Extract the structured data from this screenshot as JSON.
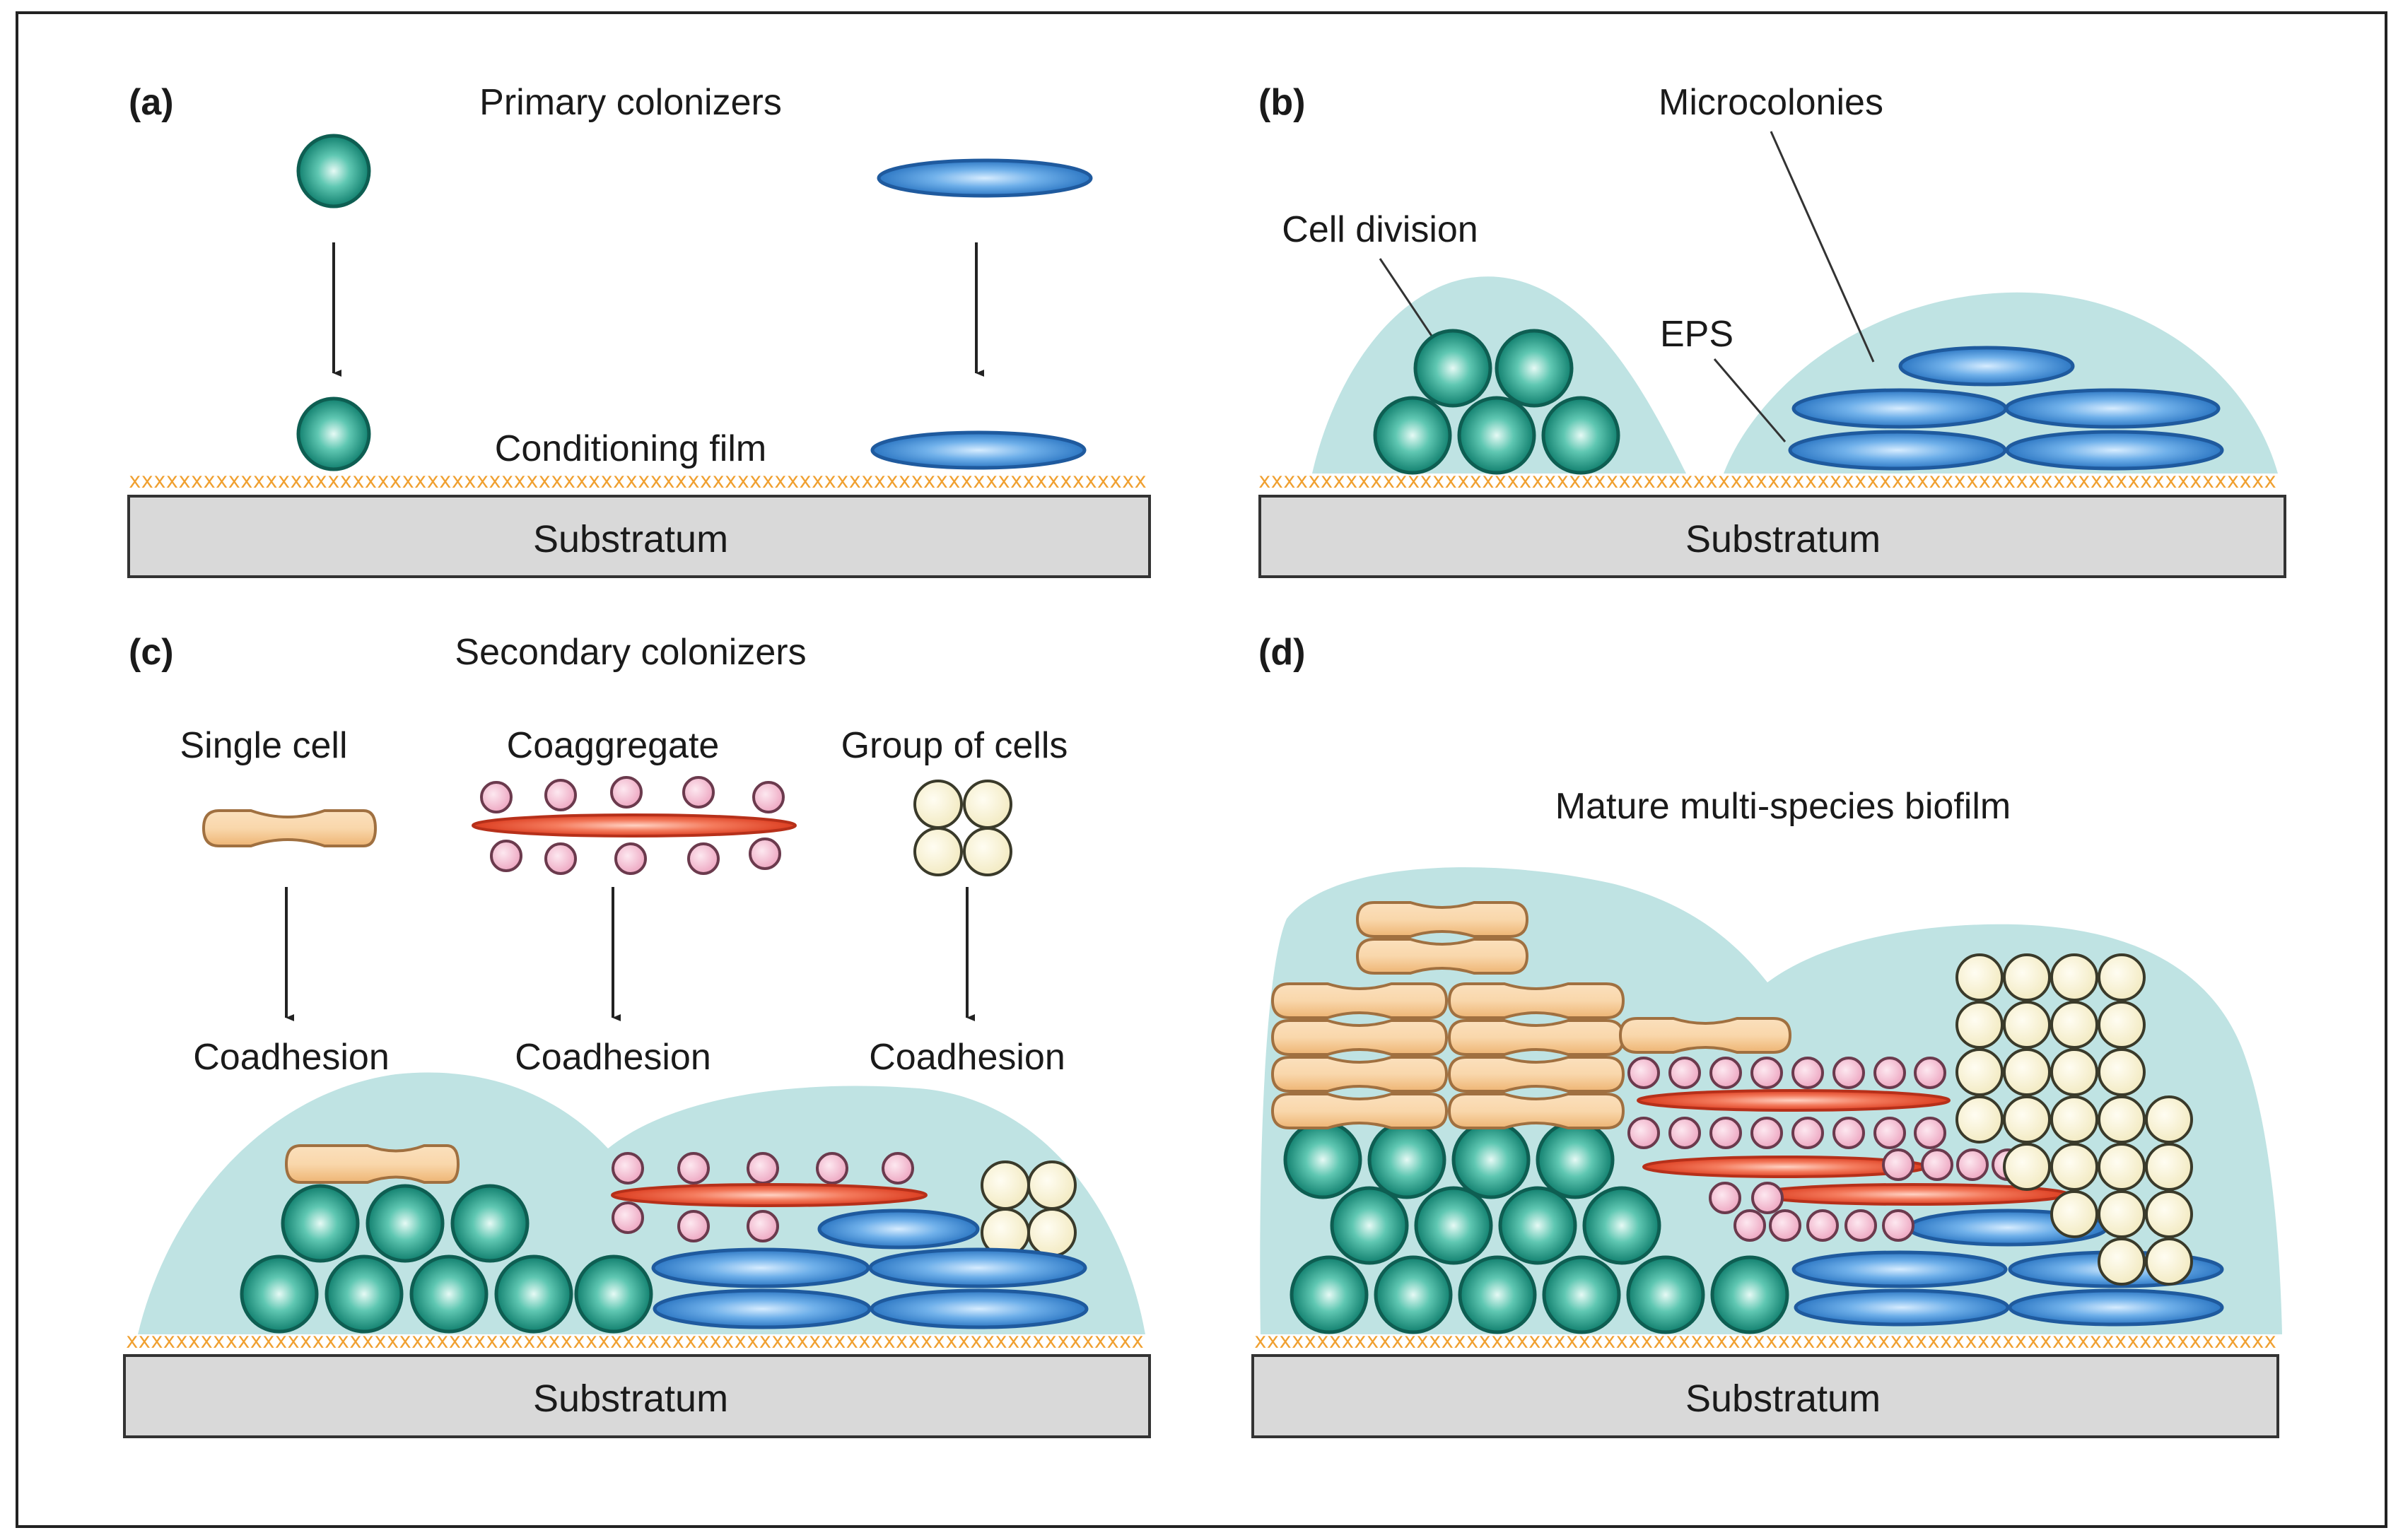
{
  "panels": {
    "a": {
      "letter": "(a)",
      "title": "Primary colonizers",
      "film_label": "Conditioning film",
      "substratum": "Substratum"
    },
    "b": {
      "letter": "(b)",
      "cell_division": "Cell division",
      "microcolonies": "Microcolonies",
      "eps": "EPS",
      "substratum": "Substratum"
    },
    "c": {
      "letter": "(c)",
      "title": "Secondary colonizers",
      "single_cell": "Single cell",
      "coaggregate": "Coaggregate",
      "group_of_cells": "Group of cells",
      "coadhesion_1": "Coadhesion",
      "coadhesion_2": "Coadhesion",
      "coadhesion_3": "Coadhesion",
      "substratum": "Substratum"
    },
    "d": {
      "letter": "(d)",
      "title": "Mature multi-species biofilm",
      "substratum": "Substratum"
    }
  },
  "colors": {
    "eps": "#bfe3e3",
    "coccus_teal": "#1a9f8c",
    "rod_blue": "#3f8fd6",
    "rod_orange": "#f6c98e",
    "rod_red": "#ee5a3c",
    "coccus_pink": "#f4bfd3",
    "coccus_cream": "#fbf6dc",
    "film": "#f0a030",
    "substratum": "#d9d9d9"
  }
}
